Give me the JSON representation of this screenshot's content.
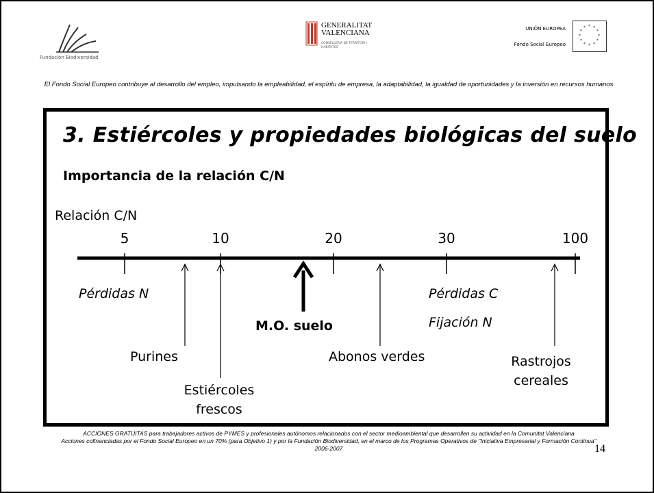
{
  "header": {
    "fundacion_caption": "Fundación Biodiversidad",
    "generalitat_name": "GENERALITAT VALENCIANA",
    "generalitat_sub": "CONSELLERIA DE TERRITORI I HABITATGE",
    "ue_label": "UNIÓN EUROPEA",
    "fse_label": "Fondo Social Europeo"
  },
  "intro_text": "El Fondo Social Europeo contribuye al desarrollo del empleo, impulsando la empleabilidad, el espíritu de empresa, la adaptabilidad, la igualdad de oportunidades y la inversión en recursos humanos",
  "slide": {
    "title": "3. Estiércoles y propiedades biológicas del suelo",
    "subtitle": "Importancia de la relación C/N",
    "axis_label": "Relación C/N",
    "ticks": [
      "5",
      "10",
      "20",
      "30",
      "100"
    ],
    "labels": {
      "perdidas_n": "Pérdidas N",
      "perdidas_c": "Pérdidas C",
      "fijacion_n": "Fijación N",
      "mo_suelo": "M.O. suelo",
      "purines": "Purines",
      "abonos_verdes": "Abonos verdes",
      "estiercoles_1": "Estiércoles",
      "estiercoles_2": "frescos",
      "rastrojos_1": "Rastrojos",
      "rastrojos_2": "cereales"
    }
  },
  "footer": {
    "line1": "ACCIONES GRATUITAS para trabajadores activos de PYMES y profesionales autónomos relacionados con el sector medioambiental que desarrollen su actividad en la Comunitat Valenciana",
    "line2": "Acciones cofinanciadas por el Fondo Social Europeo en un 70% (para Objetivo 1) y por la Fundación Biodiversidad, en el marco de los Programas Operativos de \"Iniciativa Empresarial y Formación Continua\" 2006-2007"
  },
  "page_number": "14"
}
